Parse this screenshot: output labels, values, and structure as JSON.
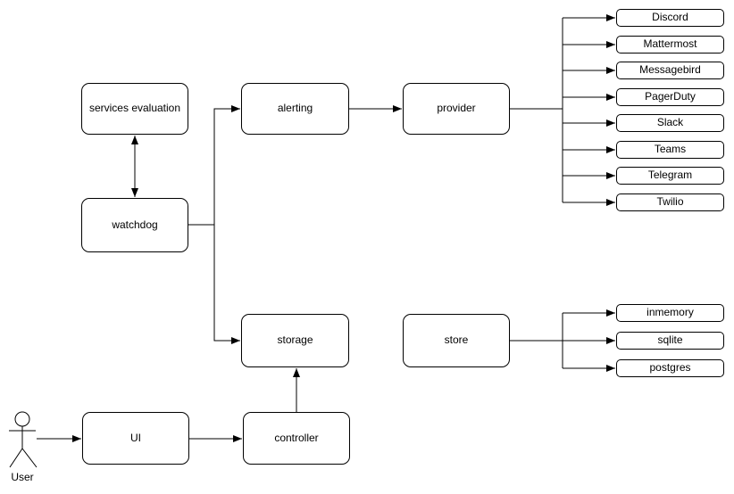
{
  "diagram": {
    "nodes": {
      "services_evaluation": "services evaluation",
      "watchdog": "watchdog",
      "alerting": "alerting",
      "provider": "provider",
      "storage": "storage",
      "store": "store",
      "ui": "UI",
      "controller": "controller"
    },
    "provider_targets": [
      "Discord",
      "Mattermost",
      "Messagebird",
      "PagerDuty",
      "Slack",
      "Teams",
      "Telegram",
      "Twilio"
    ],
    "store_targets": [
      "inmemory",
      "sqlite",
      "postgres"
    ],
    "actor_label": "User",
    "colors": {
      "stroke": "#000000",
      "node_fill": "#ffffff",
      "text": "#000000",
      "background": "#ffffff"
    }
  }
}
